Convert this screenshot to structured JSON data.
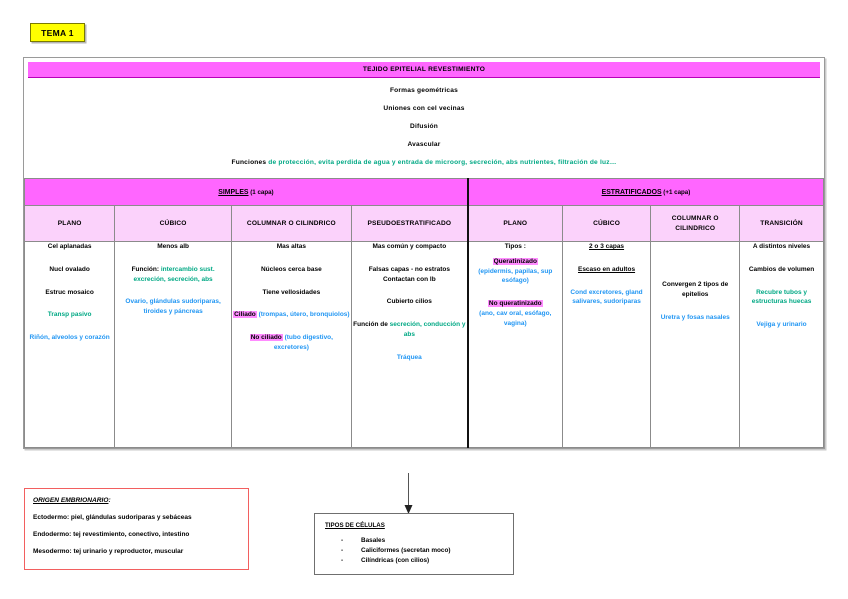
{
  "badge": {
    "label": "TEMA 1"
  },
  "table": {
    "title": "TEJIDO EPITELIAL REVESTIMIENTO",
    "intro_lines": [
      "Formas geométricas",
      "Uniones con cel vecinas",
      "Difusión",
      "Avascular"
    ],
    "functions_label": "Funciones",
    "functions_text": " de protección, evita perdida de agua y entrada de microorg, secreción, abs nutrientes, filtración de luz…",
    "groups": [
      {
        "name": "SIMPLES",
        "note": " (1 capa)",
        "span": 4
      },
      {
        "name": "ESTRATIFICADOS",
        "note": " (+1 capa)",
        "span": 4
      }
    ],
    "columns": [
      {
        "header": "PLANO",
        "lines": [
          {
            "t": "Cel aplanadas",
            "c": "blk"
          },
          {
            "t": "Nucl ovalado",
            "c": "blk"
          },
          {
            "t": "Estruc mosaico",
            "c": "blk"
          },
          {
            "t": "Transp pasivo",
            "c": "grn"
          },
          {
            "t": "Riñón, alveolos y corazón",
            "c": "blu"
          }
        ]
      },
      {
        "header": "CÚBICO",
        "lines": [
          {
            "t": "Menos alb",
            "c": "blk"
          },
          {
            "t": "Función: intercambio sust. excreción, secreción, abs",
            "c": "mix-fn"
          },
          {
            "t": "Ovario, glándulas sudoriparas, tiroides y páncreas",
            "c": "blu"
          }
        ]
      },
      {
        "header": "COLUMNAR O CILINDRICO",
        "lines": [
          {
            "t": "Mas altas",
            "c": "blk"
          },
          {
            "t": "Núcleos cerca base",
            "c": "blk"
          },
          {
            "t": "Tiene vellosidades",
            "c": "blk"
          },
          {
            "t": "Ciliado (trompas, útero, bronquiolos)",
            "c": "hl-blu"
          },
          {
            "t": "No ciliado (tubo digestivo, excretores)",
            "c": "hl-blu"
          }
        ]
      },
      {
        "header": "PSEUDOESTRATIFICADO",
        "lines": [
          {
            "t": "Mas común y compacto",
            "c": "blk"
          },
          {
            "t": "Falsas capas - no estratos Contactan con lb",
            "c": "blk"
          },
          {
            "t": "Cubierto cilios",
            "c": "blk"
          },
          {
            "t": "Función de secreción, conducción y abs",
            "c": "mix-fn2"
          },
          {
            "t": "Tráquea",
            "c": "blu"
          }
        ]
      },
      {
        "header": "PLANO",
        "lines": [
          {
            "t": "Tipos :",
            "c": "blk"
          },
          {
            "t": "Queratinizado (epidermis, papilas, sup esófago)",
            "c": "hl-blu"
          },
          {
            "t": "No queratinizado (ano, cav oral, esófago, vagina)",
            "c": "hl-blu"
          }
        ]
      },
      {
        "header": "CÚBICO",
        "lines": [
          {
            "t": "2 o 3 capas",
            "c": "blk-ul"
          },
          {
            "t": "Escaso en adultos",
            "c": "blk-ul"
          },
          {
            "t": "Cond excretores, gland salivares, sudoriparas",
            "c": "blu"
          }
        ]
      },
      {
        "header": "COLUMNAR O CILINDRICO",
        "lines": [
          {
            "t": "Convergen 2 tipos de epitelios",
            "c": "blk"
          },
          {
            "t": "Uretra y fosas nasales",
            "c": "blu"
          }
        ]
      },
      {
        "header": "TRANSICIÓN",
        "lines": [
          {
            "t": "A distintos niveles",
            "c": "blk"
          },
          {
            "t": "Cambios de volumen",
            "c": "blk"
          },
          {
            "t": "Recubre tubos y estructuras huecas",
            "c": "grn"
          },
          {
            "t": "Vejiga y urinario",
            "c": "blu"
          }
        ]
      }
    ]
  },
  "cells_c1": {
    "l1": "Cel aplanadas",
    "l2": "Nucl ovalado",
    "l3": "Estruc mosaico",
    "l4": "Transp pasivo",
    "l5": "Riñón, alveolos y corazón"
  },
  "cells_c2": {
    "l1": "Menos alb",
    "fn_label": "Función:",
    "fn_text": " intercambio sust. excreción, secreción, abs",
    "l3": "Ovario, glándulas sudoriparas, tiroides y páncreas"
  },
  "cells_c3": {
    "l1": "Mas altas",
    "l2": "Núcleos cerca base",
    "l3": "Tiene vellosidades",
    "hl1": "Ciliado",
    "hl1_rest": " (trompas, útero, bronquiolos)",
    "hl2": "No ciliado",
    "hl2_rest": " (tubo digestivo, excretores)"
  },
  "cells_c4": {
    "l1": "Mas común y compacto",
    "l2": "Falsas capas - no estratos",
    "l2b": "Contactan con lb",
    "l3": "Cubierto cilios",
    "fn_label": "Función de",
    "fn_text": " secreción, conducción y abs",
    "l5": "Tráquea"
  },
  "cells_c5": {
    "l1": "Tipos :",
    "hl1": "Queratinizado",
    "hl1_rest": "(epidermis, papilas, sup esófago)",
    "hl2": "No queratinizado",
    "hl2_rest": "(ano, cav oral, esófago, vagina)"
  },
  "cells_c6": {
    "l1": "2 o 3 capas",
    "l2": "Escaso en adultos",
    "l3": "Cond excretores, gland salivares, sudoriparas"
  },
  "cells_c7": {
    "l1": "Convergen 2 tipos de epitelios",
    "l2": "Uretra y fosas nasales"
  },
  "cells_c8": {
    "l1": "A distintos niveles",
    "l2": "Cambios de volumen",
    "l3": "Recubre tubos y estructuras huecas",
    "l4": "Vejiga y urinario"
  },
  "origin_box": {
    "title": "ORIGEN EMBRIONARIO",
    "title_colon": ":",
    "rows": [
      "Ectodermo: piel, glándulas sudoriparas y sebáceas",
      "Endodermo: tej revestimiento, conectivo, intestino",
      "Mesodermo: tej urinario y reproductor, muscular"
    ]
  },
  "cells_box": {
    "title": "TIPOS DE CÉLULAS",
    "items": [
      "Basales",
      "Caliciformes (secretan moco)",
      "Cilíndricas (con cilios)"
    ],
    "dash": "-"
  },
  "colors": {
    "magenta": "#FF66FF",
    "light_pink": "#FBD2FB",
    "highlight": "#FF8CFF",
    "green": "#00a884",
    "blue": "#2196f3",
    "yellow": "#FFFF00",
    "red_border": "#f25f5f"
  }
}
